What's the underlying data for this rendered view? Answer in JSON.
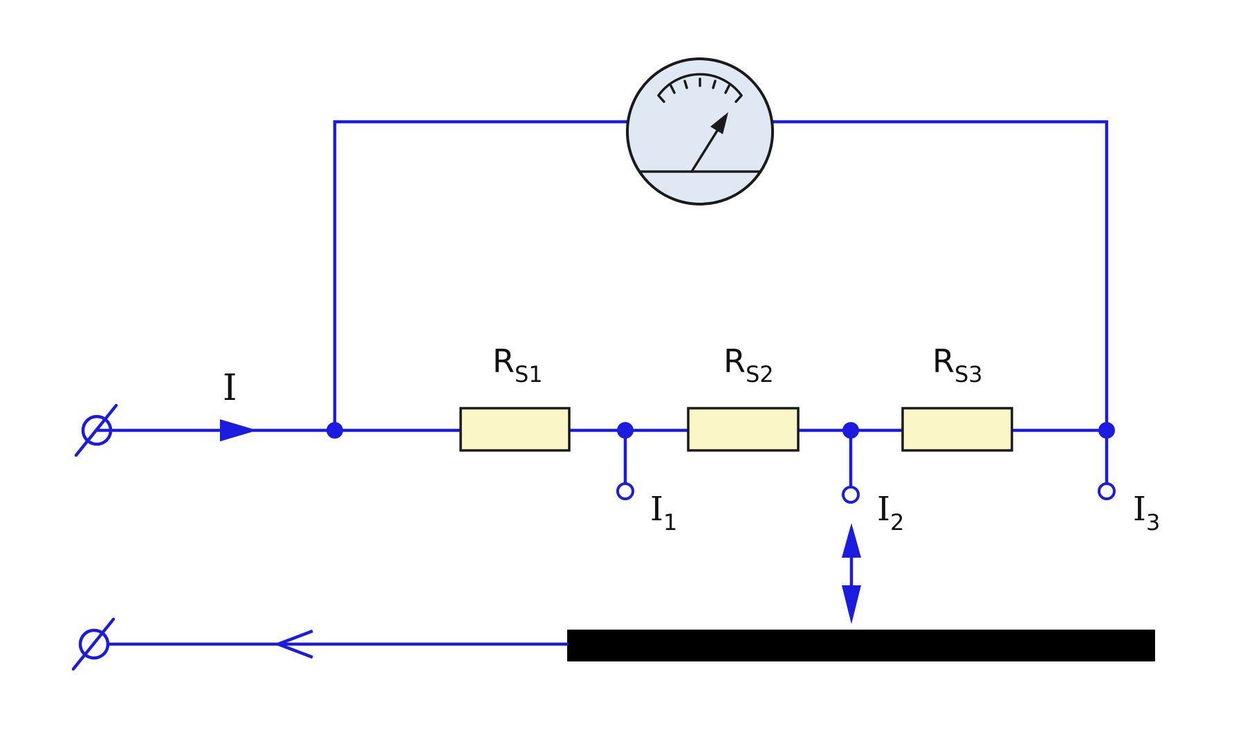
{
  "diagram": {
    "input_current_label": "I",
    "resistors": [
      {
        "main": "R",
        "sub": "S1"
      },
      {
        "main": "R",
        "sub": "S2"
      },
      {
        "main": "R",
        "sub": "S3"
      }
    ],
    "taps": [
      {
        "main": "I",
        "sub": "1"
      },
      {
        "main": "I",
        "sub": "2"
      },
      {
        "main": "I",
        "sub": "3"
      }
    ]
  },
  "colors": {
    "wire": "#1c1ce0",
    "resistor_fill": "#faf6c8",
    "meter_face": "#dfe8f3",
    "bus_bar": "#000000"
  },
  "icons": {
    "meter": "galvanometer-icon",
    "terminal": "terminal-symbol-icon"
  }
}
